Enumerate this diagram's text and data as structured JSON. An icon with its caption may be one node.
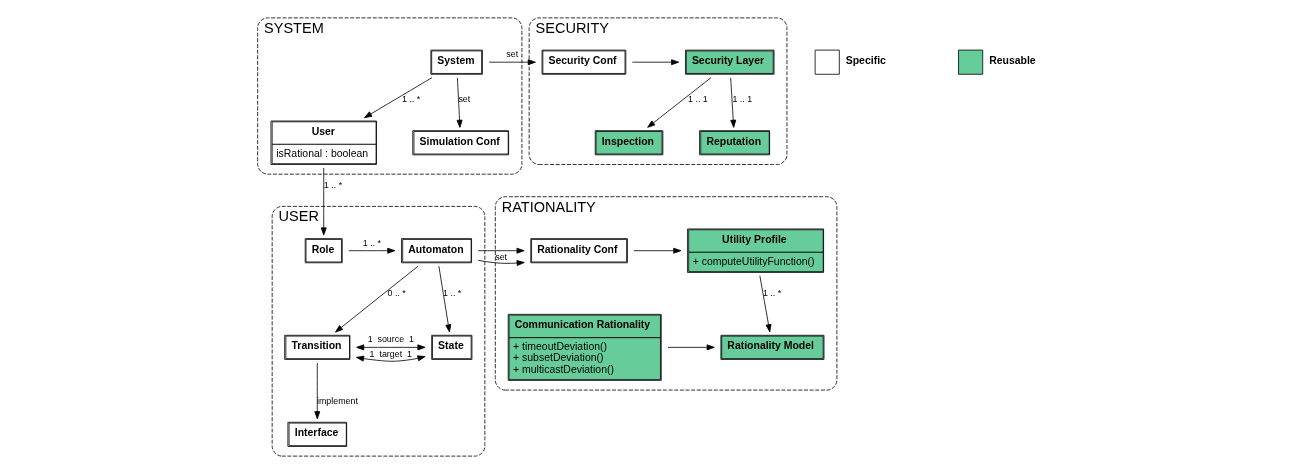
{
  "diagram": {
    "nodes": [
      {
        "text": [
          "SYSTEM"
        ]
      },
      {
        "text": [
          "System"
        ],
        "in": 0
      },
      {
        "text": [
          "User",
          "isRational : boolean"
        ],
        "in": 0
      },
      {
        "text": [
          "Simulation Conf"
        ],
        "in": 0
      },
      {
        "text": [
          "SECURITY"
        ]
      },
      {
        "text": [
          "Security Conf"
        ],
        "in": 4
      },
      {
        "text": [
          "Security Layer"
        ],
        "in": 4
      },
      {
        "text": [
          "Inspection"
        ],
        "in": 4
      },
      {
        "text": [
          "Reputation"
        ],
        "in": 4
      },
      {
        "text": [
          "USER"
        ]
      },
      {
        "text": [
          "Role"
        ],
        "in": 9
      },
      {
        "text": [
          "Automaton"
        ],
        "in": 9
      },
      {
        "text": [
          "Transition"
        ],
        "in": 9
      },
      {
        "text": [
          "State"
        ],
        "in": 9
      },
      {
        "text": [
          "Interface"
        ],
        "in": 9
      },
      {
        "text": [
          "RATIONALITY"
        ]
      },
      {
        "text": [
          "Rationality Conf"
        ],
        "in": 15
      },
      {
        "text": [
          "Utility Profile",
          "+ computeUtilityFunction()"
        ],
        "in": 15
      },
      {
        "text": [
          "Communication Rationality",
          "+ timeoutDeviation()",
          "+ subsetDeviation()",
          "+ multicastDeviation()"
        ],
        "in": 15
      },
      {
        "text": [
          "Rationality Model"
        ],
        "in": 15
      }
    ],
    "edges": [
      {
        "from": 1,
        "to": 5,
        "arrow": "to",
        "label": "set"
      },
      {
        "from": 1,
        "to": 2,
        "arrow": "to",
        "label": "1 .. *"
      },
      {
        "from": 1,
        "to": 3,
        "arrow": "to",
        "label": "set"
      },
      {
        "from": 5,
        "to": 6,
        "arrow": "to"
      },
      {
        "from": 6,
        "to": 7,
        "arrow": "to",
        "label": "1 .. 1"
      },
      {
        "from": 6,
        "to": 8,
        "arrow": "to",
        "label": "1 .. 1"
      },
      {
        "from": 2,
        "to": 10,
        "arrow": "to",
        "label": "1 .. *"
      },
      {
        "from": 10,
        "to": 11,
        "arrow": "to",
        "label": "1 .. *"
      },
      {
        "from": 11,
        "to": 16,
        "arrow": "to",
        "label": "set"
      },
      {
        "from": 11,
        "to": 12,
        "arrow": "to",
        "label": "0 .. *"
      },
      {
        "from": 11,
        "to": 13,
        "arrow": "to",
        "label": "1 .. *"
      },
      {
        "from": 12,
        "to": 13,
        "arrow": "both",
        "label": "1  source  1"
      },
      {
        "from": 12,
        "to": 13,
        "arrow": "both",
        "label": "1  target  1"
      },
      {
        "from": 12,
        "to": 14,
        "arrow": "to",
        "label": "implement"
      },
      {
        "from": 16,
        "to": 17,
        "arrow": "to"
      },
      {
        "from": 17,
        "to": 19,
        "arrow": "to",
        "label": "1 .. *"
      },
      {
        "from": 18,
        "to": 19,
        "arrow": "to"
      }
    ],
    "legend": [
      {
        "text": "Specific",
        "color": "#ffffff"
      },
      {
        "text": "Reusable",
        "color": "#66cc99"
      }
    ]
  }
}
